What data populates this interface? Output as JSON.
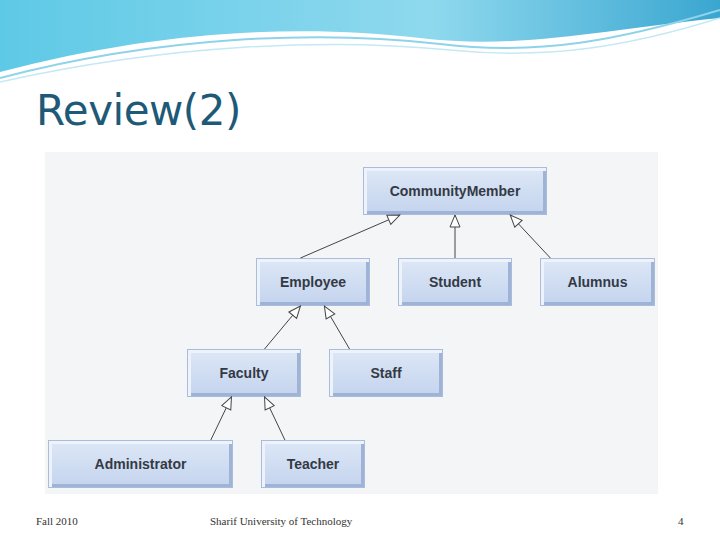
{
  "diagram": {
    "title": "Review(2)",
    "nodes": [
      {
        "text": [
          "CommunityMember"
        ]
      },
      {
        "text": [
          "Employee"
        ]
      },
      {
        "text": [
          "Student"
        ]
      },
      {
        "text": [
          "Alumnus"
        ]
      },
      {
        "text": [
          "Faculty"
        ]
      },
      {
        "text": [
          "Staff"
        ]
      },
      {
        "text": [
          "Administrator"
        ]
      },
      {
        "text": [
          "Teacher"
        ]
      }
    ],
    "edges": [
      {
        "from": 1,
        "to": 0,
        "arrow": "to"
      },
      {
        "from": 2,
        "to": 0,
        "arrow": "to"
      },
      {
        "from": 3,
        "to": 0,
        "arrow": "to"
      },
      {
        "from": 4,
        "to": 1,
        "arrow": "to"
      },
      {
        "from": 5,
        "to": 1,
        "arrow": "to"
      },
      {
        "from": 6,
        "to": 4,
        "arrow": "to"
      },
      {
        "from": 7,
        "to": 4,
        "arrow": "to"
      }
    ],
    "labels": [
      "Fall 2010",
      "Sharif University of Technology",
      "4"
    ]
  }
}
